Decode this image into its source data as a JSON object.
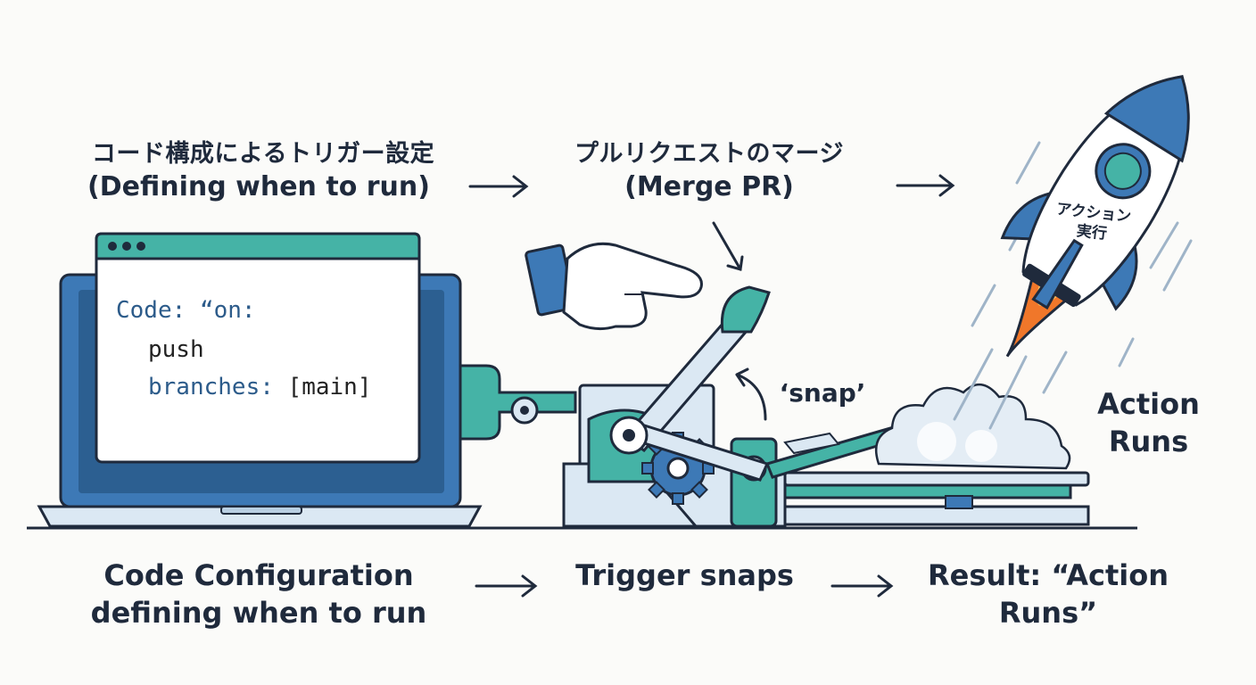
{
  "top": {
    "step1_jp": "コード構成によるトリガー設定",
    "step1_en": "(Defining when to run)",
    "step2_jp": "プルリクエストのマージ",
    "step2_en": "(Merge PR)"
  },
  "code": {
    "line1_key": "Code:",
    "line1_val": "“on:",
    "line2": "push",
    "line3_key": "branches:",
    "line3_val": "[main]"
  },
  "snap_label": "‘snap’",
  "rocket_label_line1": "アクション",
  "rocket_label_line2": "実行",
  "action_runs_line1": "Action",
  "action_runs_line2": "Runs",
  "bottom": {
    "step1_line1": "Code Configuration",
    "step1_line2": "defining when to run",
    "step2": "Trigger snaps",
    "step3_line1": "Result: “Action",
    "step3_line2": "Runs”"
  },
  "colors": {
    "ink": "#1f2a3c",
    "blue": "#3d79b6",
    "teal": "#45b3a6",
    "light_blue": "#dbe8f3",
    "orange": "#f0772a"
  }
}
